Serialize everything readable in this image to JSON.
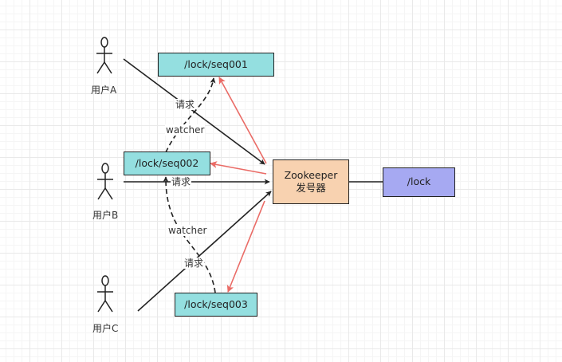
{
  "nodes": {
    "seq001": "/lock/seq001",
    "seq002": "/lock/seq002",
    "seq003": "/lock/seq003",
    "zookeeper_line1": "Zookeeper",
    "zookeeper_line2": "发号器",
    "lock": "/lock"
  },
  "users": {
    "a": "用户A",
    "b": "用户B",
    "c": "用户C"
  },
  "edge_labels": {
    "request_a": "请求",
    "request_b": "请求",
    "request_c": "请求",
    "watcher_top": "watcher",
    "watcher_bottom": "watcher"
  },
  "colors": {
    "seq_fill": "#94dfe0",
    "zookeeper_fill": "#f8d2b0",
    "lock_fill": "#a6a9f2",
    "reply_arrow": "#ea6b66",
    "request_arrow": "#333333"
  }
}
